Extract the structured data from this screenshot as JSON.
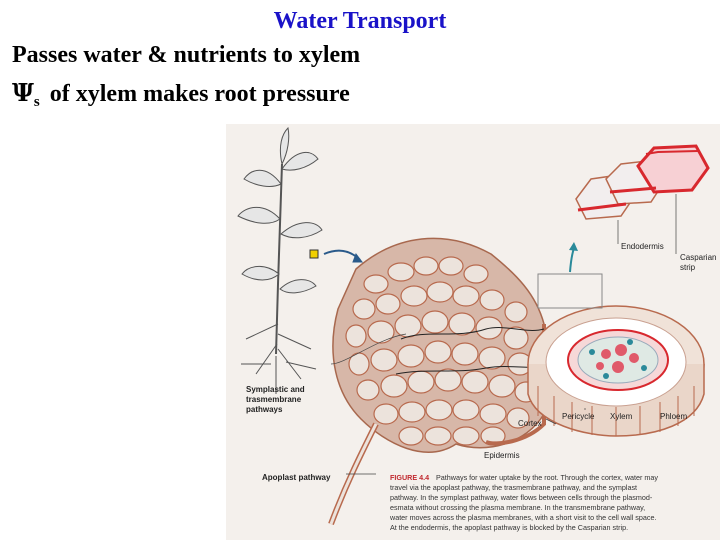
{
  "slide": {
    "title": "Water Transport",
    "line1": "Passes water & nutrients to xylem",
    "psi_symbol": "Ψ",
    "psi_subscript": "s",
    "line2_rest": "of xylem makes root pressure"
  },
  "figure": {
    "labels": {
      "endodermis": "Endodermis",
      "casparian_1": "Casparian",
      "casparian_2": "strip",
      "symplastic_1": "Symplastic and",
      "symplastic_2": "trasmembrane",
      "symplastic_3": "pathways",
      "cortex": "Cortex",
      "pericycle": "Pericycle",
      "xylem": "Xylem",
      "phloem": "Phloem",
      "epidermis": "Epidermis",
      "apoplast": "Apoplast pathway"
    },
    "caption": {
      "figure_label": "FIGURE 4.4",
      "line1": "Pathways for water uptake by the root. Through the cortex, water may",
      "line2": "travel via the apoplast pathway, the trasmembrane pathway, and the symplast",
      "line3": "pathway. In the symplast pathway, water flows between cells through the plasmod-",
      "line4": "esmata without crossing the plasma membrane. In the transmembrane pathway,",
      "line5": "water moves across the plasma membranes, with a short visit to the cell wall space.",
      "line6": "At the endodermis, the apoplast pathway is blocked by the Casparian strip."
    }
  },
  "colors": {
    "title": "#1a12c8",
    "cell_fill": "#ece3dc",
    "cell_wall": "#b86a4e",
    "casparian": "#d8282e",
    "xylem": "#e05a6a",
    "phloem": "#2a8a9a"
  }
}
